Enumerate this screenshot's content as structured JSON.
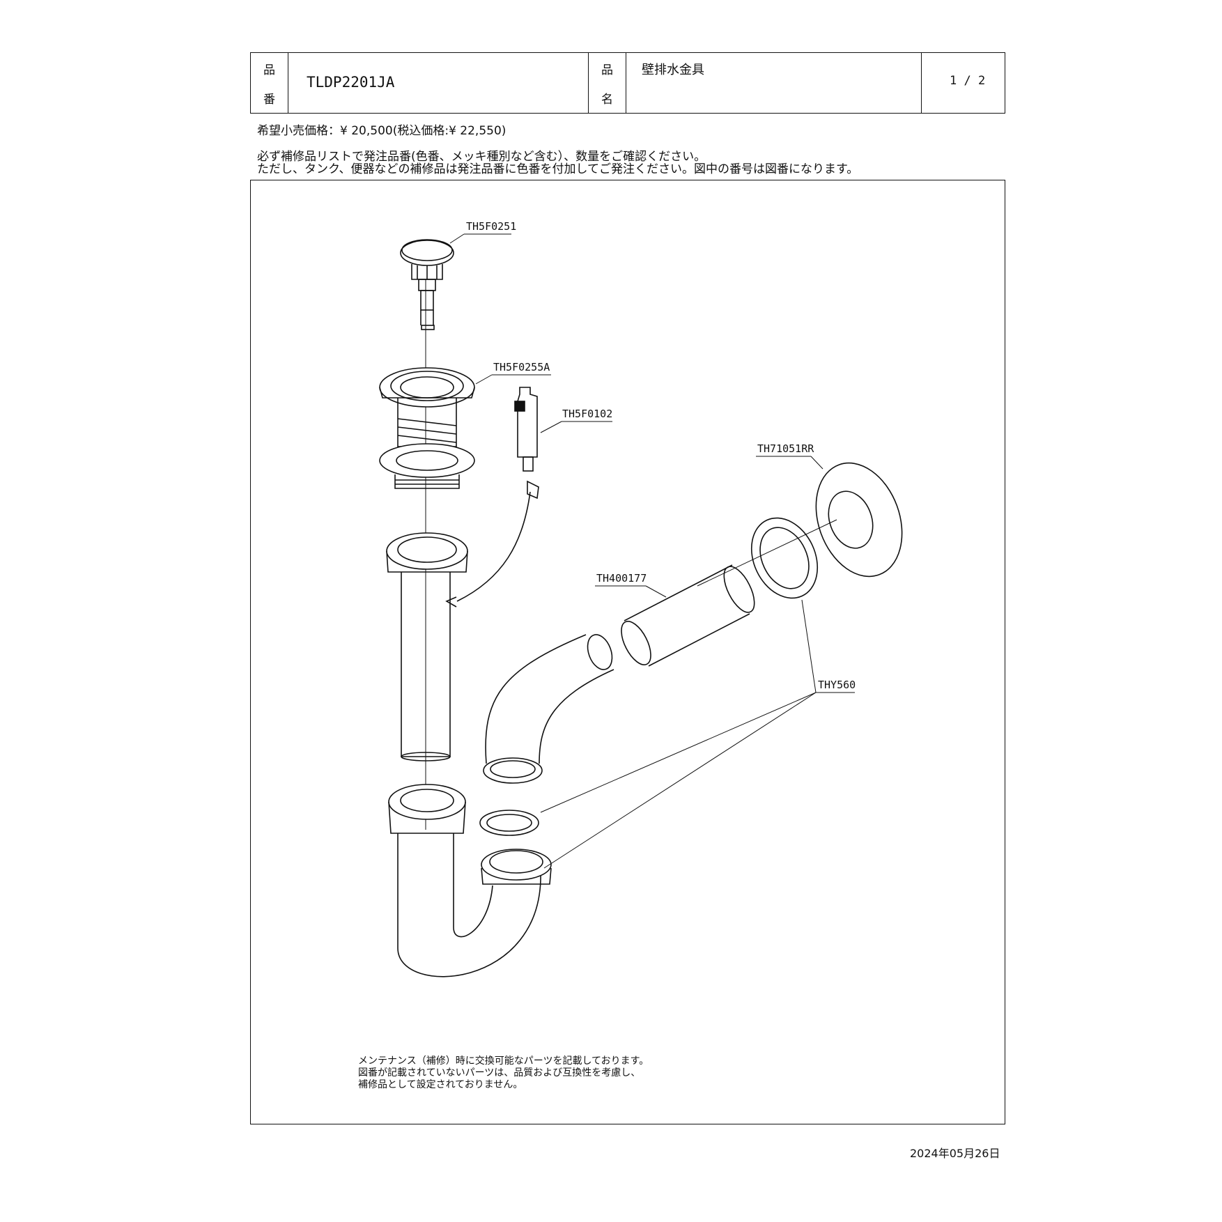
{
  "header": {
    "part_number_label_1": "品",
    "part_number_label_2": "番",
    "part_number": "TLDP2201JA",
    "product_name_label_1": "品",
    "product_name_label_2": "名",
    "product_name": "壁排水金具",
    "page": "1 / 2"
  },
  "price_line": "希望小売価格：¥ 20,500(税込価格:¥ 22,550)",
  "notice_lines": [
    "必ず補修品リストで発注品番(色番、メッキ種別など含む）、数量をご確認ください。",
    "ただし、タンク、便器などの補修品は発注品番に色番を付加してご発注ください。図中の番号は図番になります。"
  ],
  "diagram": {
    "part_labels": [
      "TH5F0251",
      "TH5F0255A",
      "TH5F0102",
      "TH71051RR",
      "TH400177",
      "THY560"
    ]
  },
  "maintenance_note": [
    "メンテナンス（補修）時に交換可能なパーツを記載しております。",
    "図番が記載されていないパーツは、品質および互換性を考慮し、",
    "補修品として設定されておりません。"
  ],
  "date": "2024年05月26日"
}
